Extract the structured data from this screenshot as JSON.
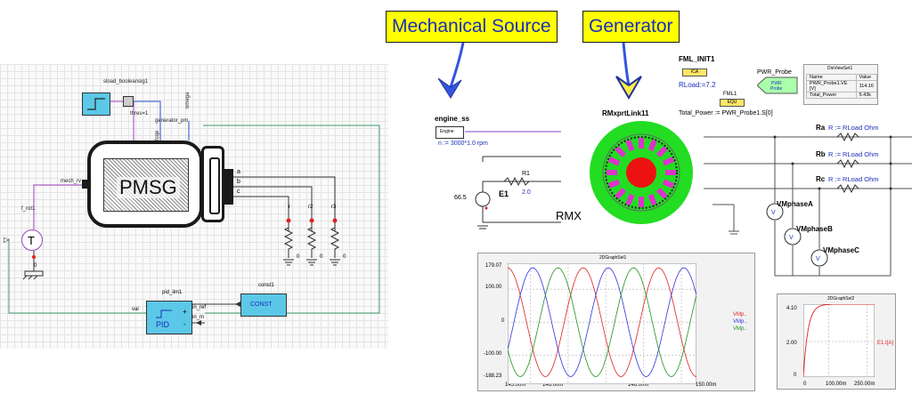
{
  "labels": {
    "mechanical_source": "Mechanical Source",
    "generator": "Generator",
    "booleansig": "sload_booleansig1",
    "thres": "thres=1",
    "generator_pm": "generator_pm",
    "omega": "omega",
    "trigger": "fcqe",
    "mech_rv": "mech_rv",
    "f_rot": "f_rot1",
    "pmsg": "PMSG",
    "t_symbol": "T",
    "zero": "0",
    "pin_a": "a",
    "pin_b": "b",
    "pin_c": "c",
    "r1": "r",
    "r2": "r2",
    "r3": "r3",
    "const_name": "const1",
    "const_block": "CONST",
    "pid_name": "pid_lim1",
    "pid_block": "PID",
    "val": "val",
    "in_ref": "in_ref",
    "in_m": "in_m",
    "plus": "+",
    "minus": "-",
    "engine_ss": "engine_ss",
    "engine_block": "Engine",
    "speed": "n := 3000*1.0 rpm",
    "voltage": "66.5",
    "e1": "E1",
    "r1_label": "R1",
    "r1_value": "2.0",
    "rmx": "RMX",
    "rmxprt": "RMxprtLink11",
    "fml_init": "FML_INIT1",
    "ica": "ICA",
    "rload": "RLoad:=7.2",
    "fml": "FML1",
    "eqn": "EQU",
    "total_power_expr": "Total_Power := PWR_Probe1.S[0]",
    "pwr_probe": "PWR_Probe",
    "pwr_block": "PWR\nProbe",
    "ra": "Ra",
    "ra_expr": "R := RLoad Ohm",
    "rb": "Rb",
    "rb_expr": "R := RLoad Ohm",
    "rc": "Rc",
    "rc_expr": "R := RLoad Ohm",
    "vphase_a": "VMphaseA",
    "vphase_b": "VMphaseB",
    "vphase_c": "VMphaseC"
  },
  "display_table": {
    "title": "DisViewSet1",
    "headers": [
      "Name",
      "Value"
    ],
    "rows": [
      [
        "PWR_Probe1.VE [V]",
        "114.16"
      ],
      [
        "Total_Power",
        "5.43k"
      ]
    ]
  },
  "chart_data": [
    {
      "type": "line",
      "title": "2DGraphSel1",
      "x_ticks": [
        "145.00m",
        "146.00m",
        "148.00m",
        "150.00m"
      ],
      "y_ticks": [
        "179.07",
        "100.00",
        "0",
        "-100.00",
        "-188.23"
      ],
      "xlim": [
        145.0,
        150.0
      ],
      "ylim": [
        -188.23,
        179.07
      ],
      "series": [
        {
          "name": "VMp..",
          "color": "#e02020",
          "amplitude": 165,
          "period_ms": 2.0,
          "phase_deg": 90
        },
        {
          "name": "VMp..",
          "color": "#3030e0",
          "amplitude": 165,
          "period_ms": 2.0,
          "phase_deg": -30
        },
        {
          "name": "VMp..",
          "color": "#209020",
          "amplitude": 165,
          "period_ms": 2.0,
          "phase_deg": 210
        }
      ]
    },
    {
      "type": "line",
      "title": "2DGraphSel2",
      "x_ticks": [
        "0",
        "100.00m",
        "250.00m"
      ],
      "y_ticks": [
        "4.10",
        "2.00",
        "0"
      ],
      "xlim": [
        0,
        280
      ],
      "ylim": [
        0,
        4.1
      ],
      "series": [
        {
          "name": "E1.I[A]",
          "color": "#e02020",
          "final_value": 4.1,
          "time_constant_ms": 18
        }
      ]
    }
  ],
  "colors": {
    "banner_bg": "#ffff00",
    "banner_text": "#1a2fb8",
    "block_fill": "#5bc8e8",
    "rotor_green": "#22dd22",
    "rotor_red": "#ee1111",
    "magnet_magenta": "#dd33cc",
    "arrow_blue": "#3355dd"
  }
}
